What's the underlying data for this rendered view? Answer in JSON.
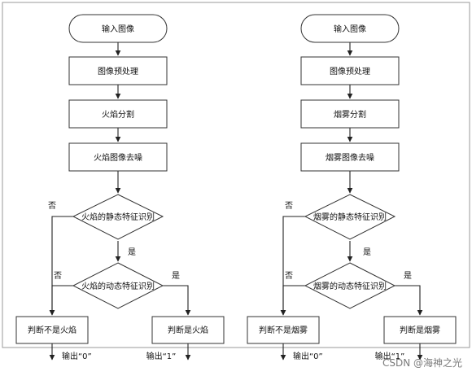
{
  "left_flow": {
    "start": "输入图像",
    "preprocess": "图像预处理",
    "segment": "火焰分割",
    "denoise": "火焰图像去噪",
    "static_check": "火焰的静态特征识别",
    "dynamic_check": "火焰的动态特征识别",
    "result_no": "判断不是火焰",
    "result_yes": "判断是火焰",
    "output_no": "输出“0”",
    "output_yes": "输出“1”",
    "label_no_static": "否",
    "label_yes_static": "是",
    "label_no_dynamic": "否",
    "label_yes_dynamic": "是"
  },
  "right_flow": {
    "start": "输入图像",
    "preprocess": "图像预处理",
    "segment": "烟雾分割",
    "denoise": "烟雾图像去噪",
    "static_check": "烟雾的静态特征识别",
    "dynamic_check": "烟雾的动态特征识别",
    "result_no": "判断不是烟雾",
    "result_yes": "判断是烟雾",
    "output_no": "输出“0”",
    "output_yes": "输出“1”",
    "label_no_static": "否",
    "label_yes_static": "是",
    "label_no_dynamic": "否",
    "label_yes_dynamic": "是"
  },
  "watermark": "CSDN @海神之光"
}
